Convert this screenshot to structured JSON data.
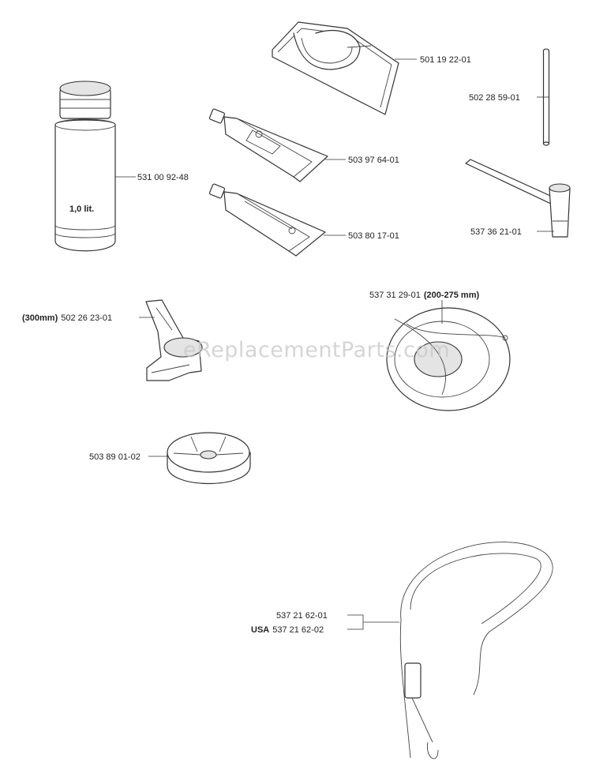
{
  "watermark": "eReplacementParts.com",
  "parts": {
    "carry_bag": {
      "part_no": "501 19 22-01"
    },
    "pin": {
      "part_no": "502 28 59-01"
    },
    "oil_bottle": {
      "part_no": "531 00 92-48",
      "bottle_text": "1,0 lit."
    },
    "grease_tube_1": {
      "part_no": "503 97 64-01"
    },
    "grease_tube_2": {
      "part_no": "503 80 17-01"
    },
    "wrench": {
      "part_no": "537 36 21-01"
    },
    "guard": {
      "prefix": "(300mm)",
      "part_no": "502 26 23-01"
    },
    "shield": {
      "part_no": "537 31 29-01",
      "suffix": "(200-275 mm)"
    },
    "support_cup": {
      "part_no": "503 89 01-02"
    },
    "harness": {
      "part_no": "537 21 62-01",
      "usa_prefix": "USA",
      "usa_part_no": "537 21 62-02"
    }
  }
}
